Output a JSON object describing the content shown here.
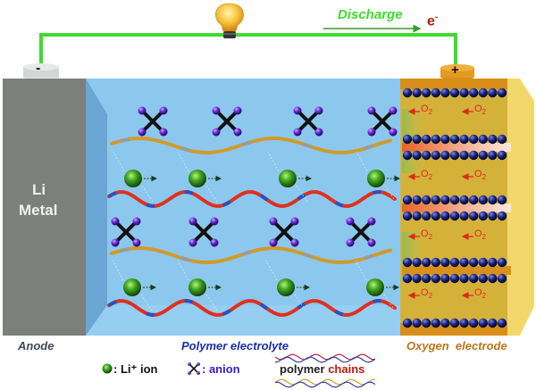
{
  "circuit": {
    "discharge_label": "Discharge",
    "electron_label": "e",
    "electron_sup": "-",
    "anode_terminal": "-",
    "cathode_terminal": "+"
  },
  "anode": {
    "line1": "Li",
    "line2": "Metal",
    "caption": "Anode"
  },
  "electrolyte": {
    "caption": "Polymer electrolyte"
  },
  "cathode": {
    "caption": "Oxygen  electrode",
    "o2_label": "O",
    "o2_sub": "2"
  },
  "legend": {
    "li_ion": ": Li⁺ ion",
    "anion": ": anion",
    "polymer_word1": "polymer",
    "polymer_word2": "chains"
  },
  "colors": {
    "wire": "#3ddc2e",
    "anode": "#7c7f7c",
    "electrolyte": "#8cc8ee",
    "cathode": "#e8c84a",
    "li_ion": "#3aa61c",
    "anion_ball": "#6a2bd8",
    "o2": "#e0281c",
    "anode_caption": "#3f4a55",
    "electrolyte_caption": "#1a2ea8",
    "cathode_caption": "#b8751a"
  }
}
